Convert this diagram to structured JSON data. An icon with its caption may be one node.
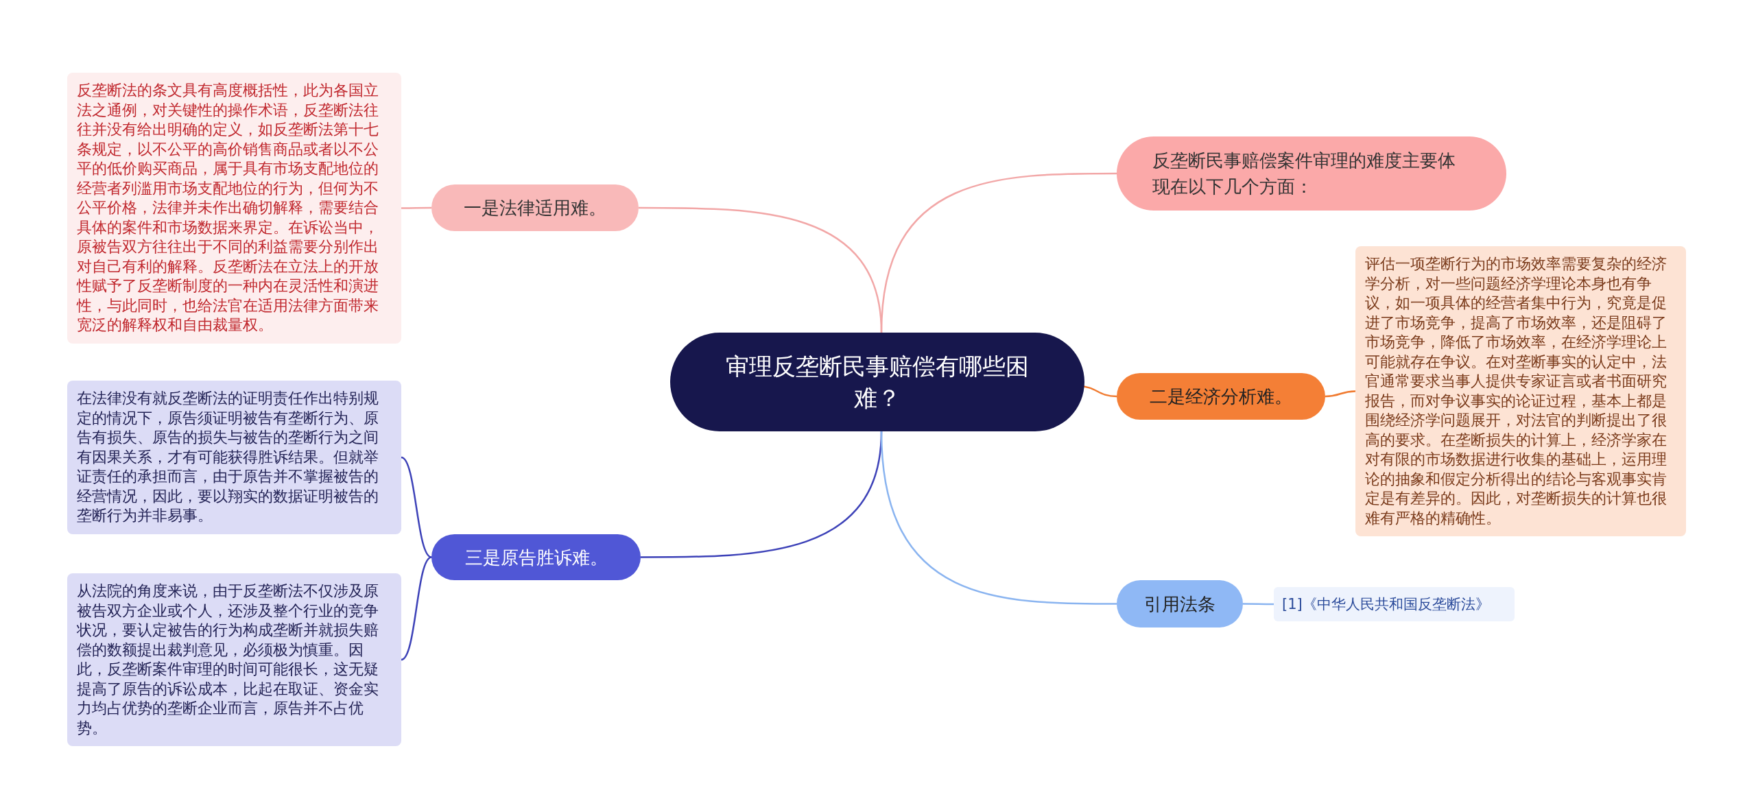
{
  "diagram": {
    "nodes": [
      {
        "text": [
          "审理反垄断民事赔偿有哪些困难？"
        ]
      },
      {
        "text": [
          "一是法律适用难。"
        ]
      },
      {
        "text": [
          "反垄断法的条文具有高度概括性，此为各国立法之通例，对关键性的操作术语，反垄断法往往并没有给出明确的定义，如反垄断法第十七条规定，以不公平的高价销售商品或者以不公平的低价购买商品，属于具有市场支配地位的经营者列滥用市场支配地位的行为，但何为不公平价格，法律并未作出确切解释，需要结合具体的案件和市场数据来界定。在诉讼当中，原被告双方往往出于不同的利益需要分别作出对自己有利的解释。反垄断法在立法上的开放性赋予了反垄断制度的一种内在灵活性和演进性，与此同时，也给法官在适用法律方面带来宽泛的解释权和自由裁量权。"
        ]
      },
      {
        "text": [
          "反垄断民事赔偿案件审理的难度主要体现在以下几个方面："
        ]
      },
      {
        "text": [
          "二是经济分析难。"
        ]
      },
      {
        "text": [
          "评估一项垄断行为的市场效率需要复杂的经济学分析，对一些问题经济学理论本身也有争议，如一项具体的经营者集中行为，究竟是促进了市场竞争，提高了市场效率，还是阻碍了市场竞争，降低了市场效率，在经济学理论上可能就存在争议。在对垄断事实的认定中，法官通常要求当事人提供专家证言或者书面研究报告，而对争议事实的论证过程，基本上都是围绕经济学问题展开，对法官的判断提出了很高的要求。在垄断损失的计算上，经济学家在对有限的市场数据进行收集的基础上，运用理论的抽象和假定分析得出的结论与客观事实肯定是有差异的。因此，对垄断损失的计算也很难有严格的精确性。"
        ]
      },
      {
        "text": [
          "三是原告胜诉难。"
        ]
      },
      {
        "text": [
          "在法律没有就反垄断法的证明责任作出特别规定的情况下，原告须证明被告有垄断行为、原告有损失、原告的损失与被告的垄断行为之间有因果关系，才有可能获得胜诉结果。但就举证责任的承担而言，由于原告并不掌握被告的经营情况，因此，要以翔实的数据证明被告的垄断行为并非易事。"
        ]
      },
      {
        "text": [
          "从法院的角度来说，由于反垄断法不仅涉及原被告双方企业或个人，还涉及整个行业的竞争状况，要认定被告的行为构成垄断并就损失赔偿的数额提出裁判意见，必须极为慎重。因此，反垄断案件审理的时间可能很长，这无疑提高了原告的诉讼成本，比起在取证、资金实力均占优势的垄断企业而言，原告并不占优势。"
        ]
      },
      {
        "text": [
          "引用法条"
        ]
      },
      {
        "text": [
          "[1]《中华人民共和国反垄断法》"
        ]
      }
    ],
    "edges": [
      {
        "from": 0,
        "to": 1,
        "arrow": "none",
        "color": "#f2a7a7"
      },
      {
        "from": 1,
        "to": 2,
        "arrow": "none",
        "color": "#f2a7a7"
      },
      {
        "from": 0,
        "to": 3,
        "arrow": "none",
        "color": "#f2a7a7"
      },
      {
        "from": 0,
        "to": 4,
        "arrow": "none",
        "color": "#f07a2f"
      },
      {
        "from": 4,
        "to": 5,
        "arrow": "none",
        "color": "#f07a2f"
      },
      {
        "from": 0,
        "to": 6,
        "arrow": "none",
        "color": "#3d42b8"
      },
      {
        "from": 6,
        "to": 7,
        "arrow": "none",
        "color": "#3d42b8"
      },
      {
        "from": 6,
        "to": 8,
        "arrow": "none",
        "color": "#3d42b8"
      },
      {
        "from": 0,
        "to": 9,
        "arrow": "none",
        "color": "#8ab4f0"
      },
      {
        "from": 9,
        "to": 10,
        "arrow": "none",
        "color": "#8ab4f0"
      }
    ]
  }
}
